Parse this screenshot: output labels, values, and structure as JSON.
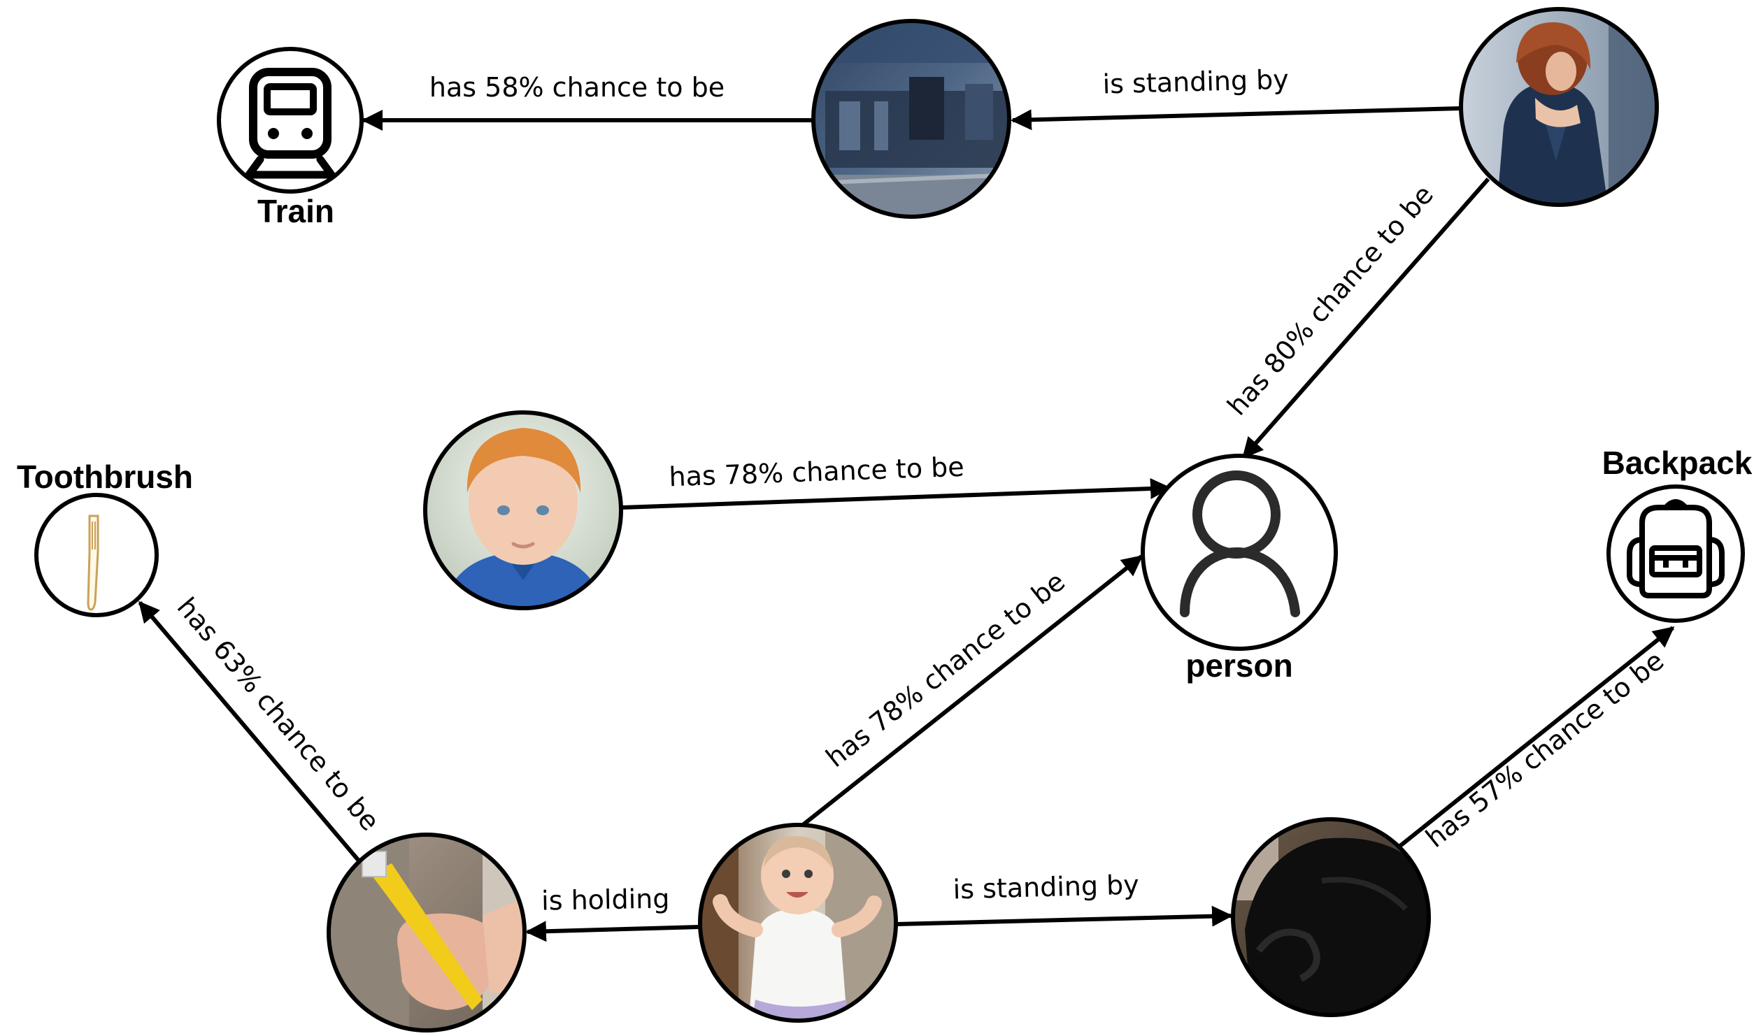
{
  "nodes": {
    "train": {
      "label": "Train",
      "icon": "train-icon"
    },
    "person": {
      "label": "person",
      "icon": "person-icon"
    },
    "toothbrush": {
      "label": "Toothbrush",
      "icon": "toothbrush-icon"
    },
    "backpack": {
      "label": "Backpack",
      "icon": "backpack-icon"
    },
    "photo_train": {
      "icon": "train-photo"
    },
    "photo_woman": {
      "icon": "woman-photo"
    },
    "photo_boy": {
      "icon": "boy-photo"
    },
    "photo_hand": {
      "icon": "hand-toothbrush-photo"
    },
    "photo_baby": {
      "icon": "baby-photo"
    },
    "photo_bag": {
      "icon": "bag-photo"
    }
  },
  "edges": {
    "woman_train": "is standing by",
    "train_photo_label": "has 58% chance to be",
    "woman_person": "has 80% chance to be",
    "boy_person": "has 78% chance to be",
    "baby_person": "has 78% chance to be",
    "hand_toothbrush": "has 63% chance to be",
    "baby_hand": "is holding",
    "baby_bag": "is standing by",
    "bag_backpack": "has 57% chance to be"
  },
  "colors": {
    "stroke": "#000000",
    "toothbrush_outline": "#c9a15a",
    "toothbrush_yellow": "#f2cc1b"
  }
}
